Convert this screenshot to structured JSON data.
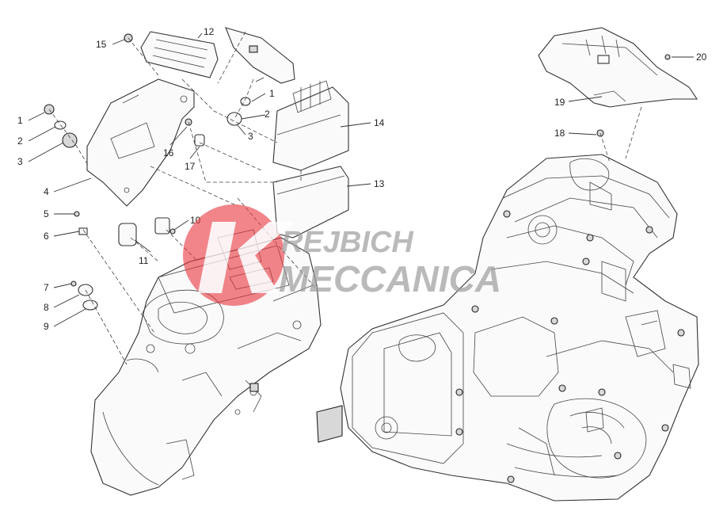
{
  "callouts": [
    {
      "id": "1",
      "label": "1"
    },
    {
      "id": "2",
      "label": "2"
    },
    {
      "id": "3",
      "label": "3"
    },
    {
      "id": "4",
      "label": "4"
    },
    {
      "id": "5",
      "label": "5"
    },
    {
      "id": "6",
      "label": "6"
    },
    {
      "id": "7",
      "label": "7"
    },
    {
      "id": "8",
      "label": "8"
    },
    {
      "id": "9",
      "label": "9"
    },
    {
      "id": "10",
      "label": "10"
    },
    {
      "id": "11",
      "label": "11"
    },
    {
      "id": "12",
      "label": "12"
    },
    {
      "id": "13",
      "label": "13"
    },
    {
      "id": "14",
      "label": "14"
    },
    {
      "id": "15",
      "label": "15"
    },
    {
      "id": "16",
      "label": "16"
    },
    {
      "id": "17",
      "label": "17"
    },
    {
      "id": "18",
      "label": "18"
    },
    {
      "id": "19",
      "label": "19"
    },
    {
      "id": "20",
      "label": "20"
    }
  ],
  "watermark": {
    "line1": "REJBICH",
    "line2": "MECCANICA",
    "logo_color": "#e8343c",
    "text_color": "#9a9a9a"
  }
}
